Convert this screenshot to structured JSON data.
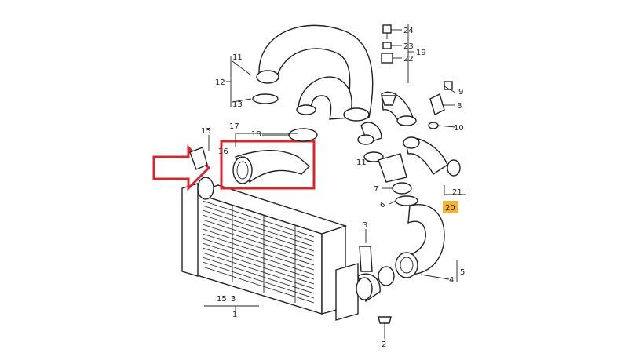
{
  "diagram": {
    "part_labels": {
      "l1": "1",
      "l2": "2",
      "l3a": "3",
      "l3b": "3",
      "l4": "4",
      "l5": "5",
      "l6": "6",
      "l7": "7",
      "l8": "8",
      "l9": "9",
      "l10": "10",
      "l11a": "11",
      "l11b": "11",
      "l12": "12",
      "l13": "13",
      "l15a": "15",
      "l15b": "15",
      "l16": "16",
      "l17": "17",
      "l18": "18",
      "l19": "19",
      "l20": "20",
      "l21": "21",
      "l22": "22",
      "l23": "23",
      "l24": "24"
    },
    "highlight_color": "#d9262c",
    "badge_color": "#f2b233",
    "arrow_color": "#d9262c"
  }
}
